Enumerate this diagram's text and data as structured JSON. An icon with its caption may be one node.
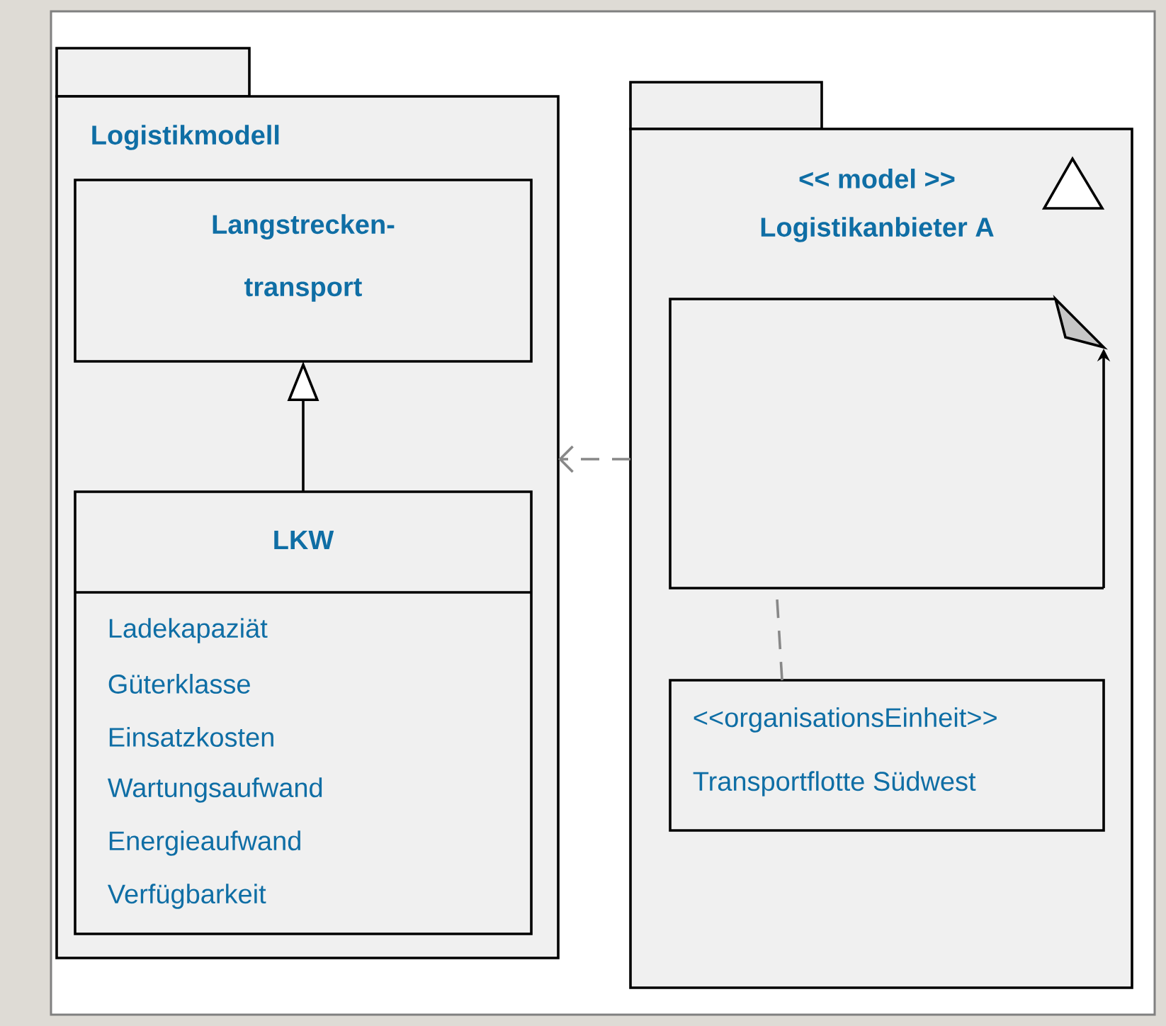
{
  "diagram": {
    "nodes": [
      {
        "text": [
          "Logistikmodell"
        ]
      },
      {
        "text": [
          "Langstrecken- transport"
        ],
        "in": 0
      },
      {
        "text": [
          "LKW",
          "Ladekapaziät",
          "Güterklasse",
          "Einsatzkosten",
          "Wartungsaufwand",
          "Energieaufwand",
          "Verfügbarkeit"
        ],
        "in": 0
      },
      {
        "text": [
          "<< model >>",
          "Logistikanbieter A"
        ]
      },
      {
        "text": [],
        "shape": "note",
        "in": 3
      },
      {
        "text": [
          "<<organisationsEinheit>>",
          "Transportflotte Südwest"
        ],
        "in": 3
      }
    ],
    "edges": [
      {
        "from": 2,
        "to": 1,
        "arrow": "to",
        "color": "#000000"
      },
      {
        "from": 3,
        "to": 0,
        "arrow": "to",
        "style": "dashed",
        "color": "#888888"
      },
      {
        "from": 5,
        "to": 4,
        "arrow": "none",
        "style": "dashed",
        "color": "#888888"
      }
    ]
  }
}
